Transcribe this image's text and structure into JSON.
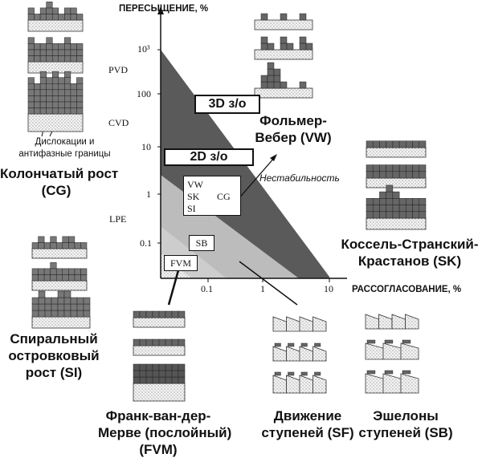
{
  "axes": {
    "y_title": "ПЕРЕСЫЩЕНИЕ, %",
    "x_title": "РАССОГЛАСОВАНИЕ, %",
    "y_ticks": [
      "10³",
      "100",
      "10",
      "1",
      "0.1"
    ],
    "x_ticks": [
      "0.1",
      "1",
      "10"
    ]
  },
  "methods": [
    "PVD",
    "CVD",
    "LPE"
  ],
  "regions": {
    "island3d": "3D з/о",
    "island2d": "2D з/о",
    "vw": "VW",
    "sk": "SK",
    "si": "SI",
    "cg": "CG",
    "sb": "SB",
    "fvm": "FVM",
    "instability": "Нестабильность"
  },
  "modes": {
    "cg": {
      "line1": "Колончатый рост",
      "line2": "(CG)"
    },
    "vw": {
      "line1": "Фольмер-",
      "line2": "Вебер (VW)"
    },
    "sk": {
      "line1": "Коссель-Странский-",
      "line2": "Крастанов (SK)"
    },
    "si": {
      "line1": "Спиральный",
      "line2": "островковый",
      "line3": "рост (SI)"
    },
    "fvm": {
      "line1": "Франк-ван-дер-",
      "line2": "Мерве (послойный)",
      "line3": "(FVM)"
    },
    "sf": {
      "line1": "Движение",
      "line2": "ступеней (SF)"
    },
    "sb": {
      "line1": "Эшелоны",
      "line2": "ступеней (SB)"
    }
  },
  "notes": {
    "dislocations_line1": "Дислокации и",
    "dislocations_line2": "антифазные границы"
  },
  "colors": {
    "dark_region": "#5a5a5a",
    "light_region": "#bcbcbc",
    "lighter_region": "#d6d6d6",
    "cell_dark": "#6a6a6a",
    "cell_mid": "#8a8a8a",
    "line": "#111111"
  }
}
